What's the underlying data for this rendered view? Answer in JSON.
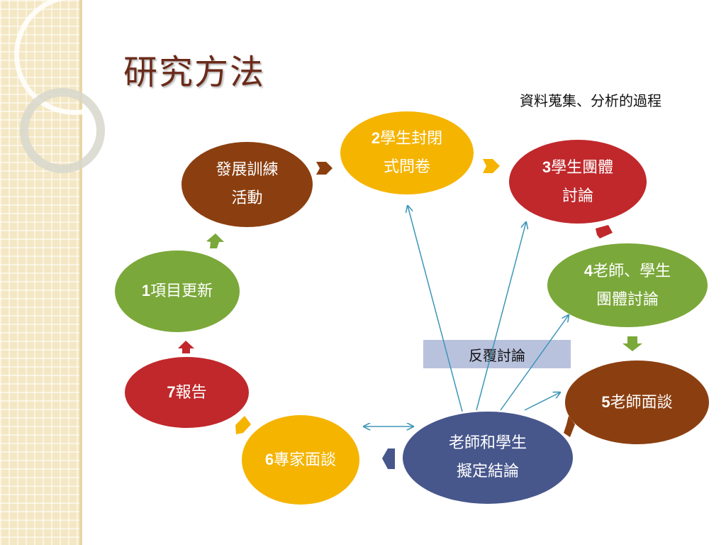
{
  "title": "研究方法",
  "subtitle": "資料蒐集、分析的過程",
  "loop_label": "反覆討論",
  "colors": {
    "brown": "#8b3f10",
    "yellow": "#f5b400",
    "red": "#c0282b",
    "green": "#7ba83a",
    "navy": "#47578c",
    "connector": "#3e96b8"
  },
  "nodes": {
    "n1": {
      "num": "1",
      "lines": [
        "項目更新"
      ]
    },
    "n2": {
      "num": "2",
      "lines": [
        "學生封閉",
        "式問卷"
      ]
    },
    "n3": {
      "num": "3",
      "lines": [
        "學生團體",
        "討論"
      ]
    },
    "n4": {
      "num": "4",
      "lines": [
        "老師、學生",
        "團體討論"
      ]
    },
    "n5": {
      "num": "5",
      "lines": [
        "老師面談"
      ]
    },
    "n6": {
      "num": "6",
      "lines": [
        "專家面談"
      ]
    },
    "n7": {
      "num": "7",
      "lines": [
        "報告"
      ]
    },
    "dev": {
      "lines": [
        "發展訓練",
        "活動"
      ]
    },
    "center": {
      "lines": [
        "老師和學生",
        "擬定結論"
      ]
    }
  }
}
